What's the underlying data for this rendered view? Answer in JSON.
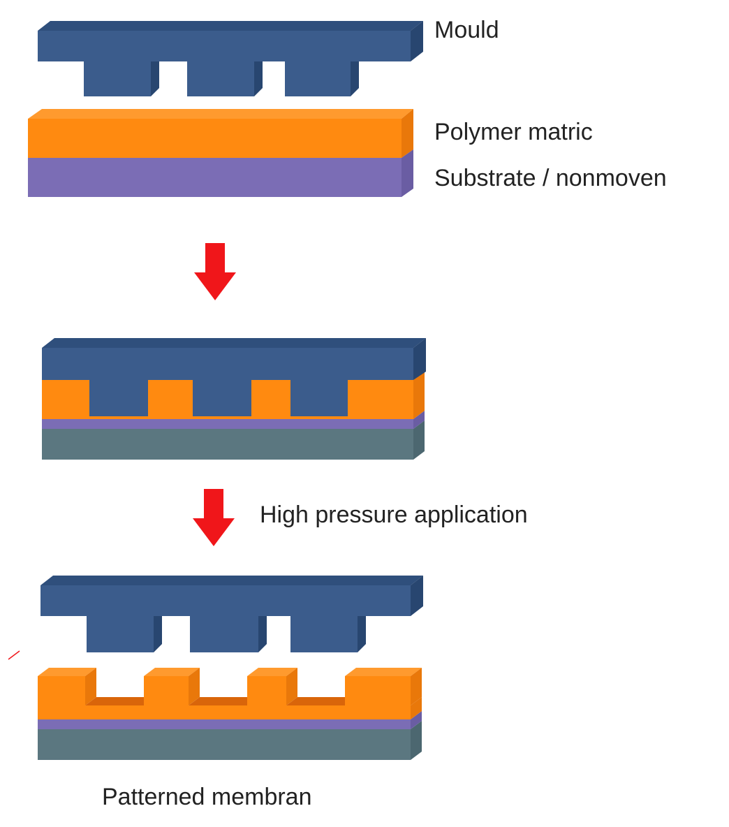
{
  "labels": {
    "mould": "Mould",
    "polymer": "Polymer matric",
    "substrate": "Substrate / nonmoven",
    "pressure": "High pressure application",
    "result": "Patterned membran"
  },
  "colors": {
    "mould_front": "#3b5c8c",
    "mould_top": "#2f4f7c",
    "mould_side": "#284670",
    "polymer_front": "#ff8a10",
    "polymer_top": "#ff9a2e",
    "polymer_side": "#e9780a",
    "polymer_recess": "#d9650a",
    "substrate_front": "#7b6db5",
    "substrate_top": "#8a7cc2",
    "substrate_side": "#6a5da3",
    "base_front": "#5b7780",
    "base_side": "#4c6770",
    "arrow": "#f0161a"
  }
}
